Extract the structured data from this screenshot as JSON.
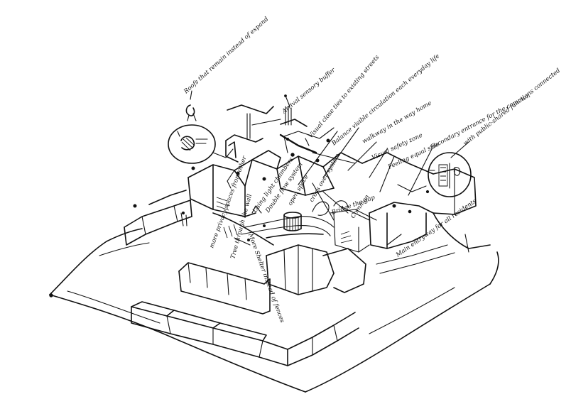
{
  "annotations": {
    "roof_top": "Roofs that remain instead of expand",
    "arrival": "Arrival sensory buffer",
    "visual_close": "Visual close ties to existing streets",
    "daily_life": "Balance visible circulation each everyday life",
    "walkway": "walkway in the way home",
    "safety": "Visual safety zone",
    "equal": "Feeling equal side",
    "secondary": "Secondary entrance for the common",
    "public_shared": "with public-shared functions connected",
    "light": "Using light chambers",
    "double_flow": "Double flow system",
    "open": "open space",
    "cross": "cross over system",
    "gap": "Bridge the gap",
    "common": "Common",
    "more_privacy": "more privacy spaces from other",
    "through": "Tree through the wall",
    "fences": "More Shelter instead of fences",
    "main_entry": "Main entryway for all residents"
  }
}
